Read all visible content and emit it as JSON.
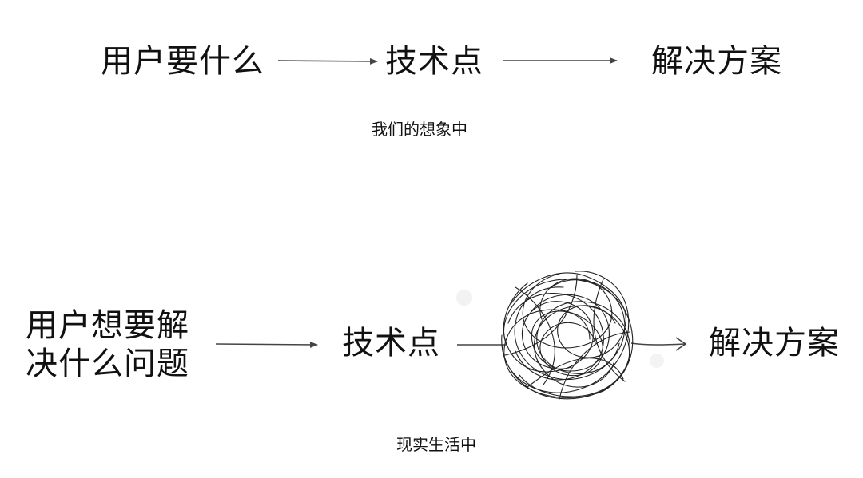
{
  "imagined": {
    "step1": "用户要什么",
    "step2": "技术点",
    "step3": "解决方案",
    "caption": "我们的想象中"
  },
  "reality": {
    "step1_line1": "用户想要解",
    "step1_line2": "决什么问题",
    "step2": "技术点",
    "step3": "解决方案",
    "caption": "现实生活中"
  },
  "colors": {
    "text": "#111111",
    "arrow": "#444444",
    "tangle": "#222222"
  }
}
